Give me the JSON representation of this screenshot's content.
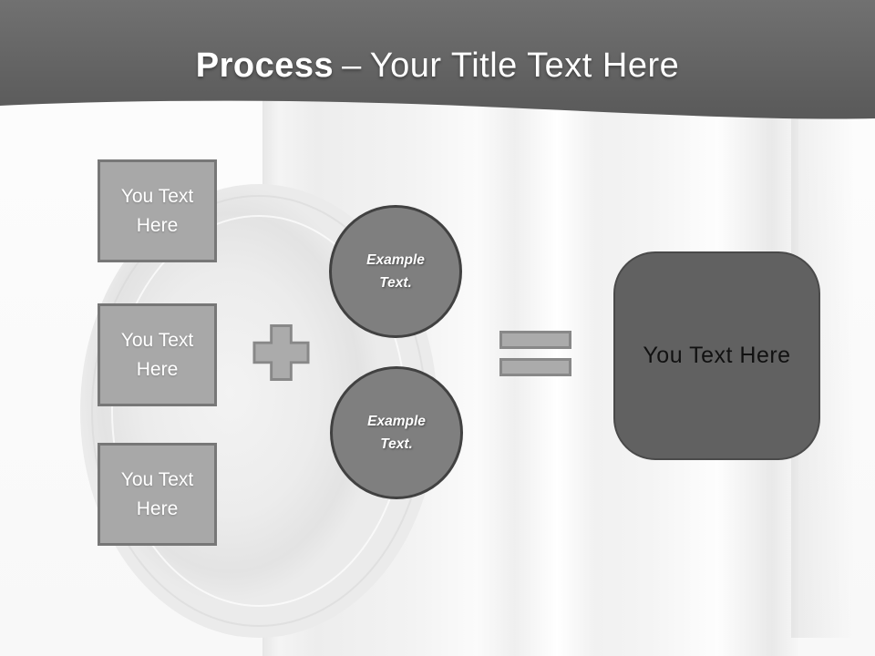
{
  "header": {
    "title_bold": "Process",
    "title_separator": "–",
    "title_rest": "Your Title Text Here"
  },
  "diagram": {
    "input_boxes": [
      {
        "label": "You Text Here"
      },
      {
        "label": "You Text Here"
      },
      {
        "label": "You Text Here"
      }
    ],
    "plus_icon": "plus-icon",
    "example_circles": [
      {
        "label": "Example Text."
      },
      {
        "label": "Example Text."
      }
    ],
    "equals_icon": "equals-icon",
    "result_box": {
      "label": "You Text Here"
    }
  },
  "colors": {
    "banner_top": "#717171",
    "banner_bottom": "#595959",
    "title_text": "#ffffff",
    "input_box_fill": "#a8a8a8",
    "input_box_border": "#777777",
    "circle_fill": "#7f7f7f",
    "circle_border": "#414141",
    "operator_fill": "#ababab",
    "operator_border": "#888888",
    "result_fill": "#616161",
    "result_border": "#4a4a4a",
    "result_text": "#111111"
  }
}
